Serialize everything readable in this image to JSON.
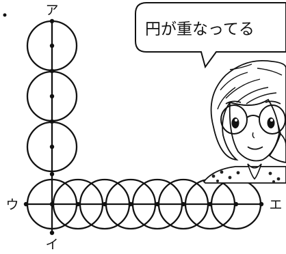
{
  "labels": {
    "top": "ア",
    "bottom": "イ",
    "left": "ウ",
    "right": "エ"
  },
  "speech_bubble": {
    "text": "円が重なってる"
  },
  "diagram": {
    "vertical_circle_count": 4,
    "horizontal_circle_count": 8
  },
  "colors": {
    "line": "#111111",
    "bubble_fill": "#ffffff",
    "hair": "#ffffff",
    "dress_dots": "#222222"
  }
}
